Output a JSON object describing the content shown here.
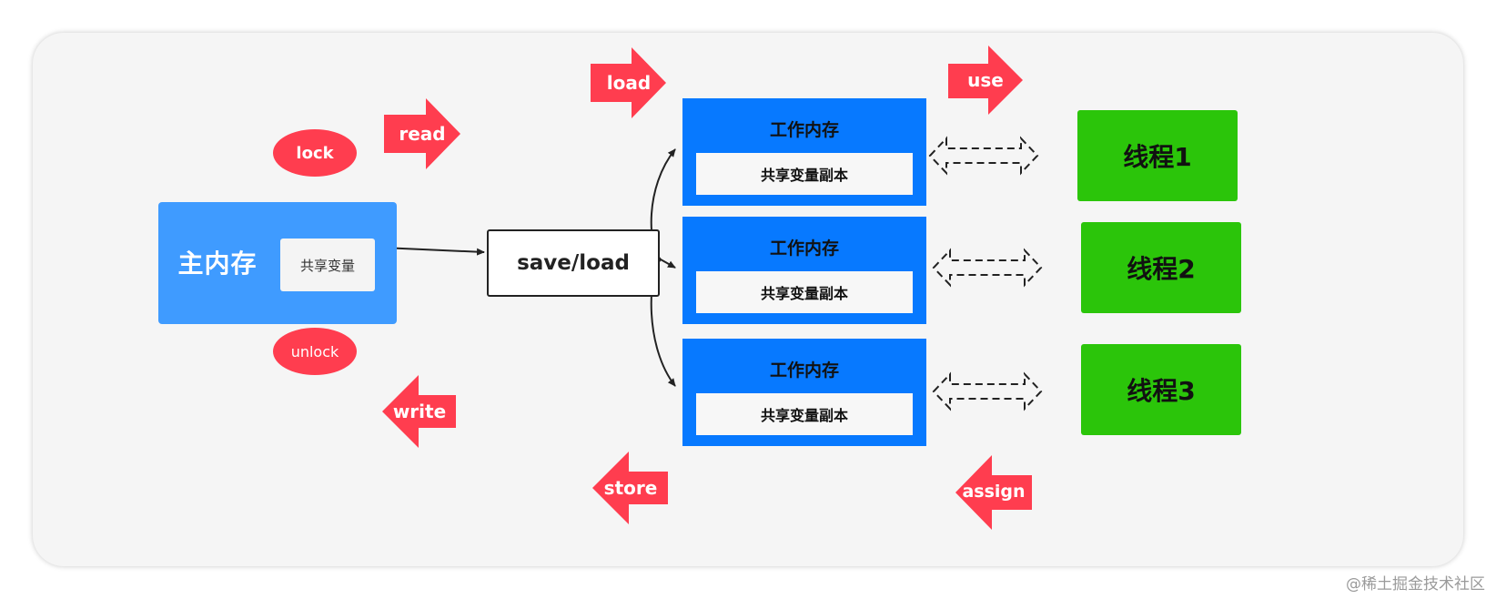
{
  "main_memory": {
    "title": "主内存",
    "shared_variable": "共享变量"
  },
  "save_load": "save/load",
  "working_memories": [
    {
      "title": "工作内存",
      "copy": "共享变量副本"
    },
    {
      "title": "工作内存",
      "copy": "共享变量副本"
    },
    {
      "title": "工作内存",
      "copy": "共享变量副本"
    }
  ],
  "threads": [
    "线程1",
    "线程2",
    "线程3"
  ],
  "ops": {
    "lock": "lock",
    "unlock": "unlock",
    "read": "read",
    "write": "write",
    "load": "load",
    "store": "store",
    "use": "use",
    "assign": "assign"
  },
  "watermark": "@稀土掘金技术社区",
  "colors": {
    "main_memory": "#3f9bff",
    "working_memory": "#0779ff",
    "thread": "#2bc50a",
    "operation": "#ff3d4f"
  }
}
